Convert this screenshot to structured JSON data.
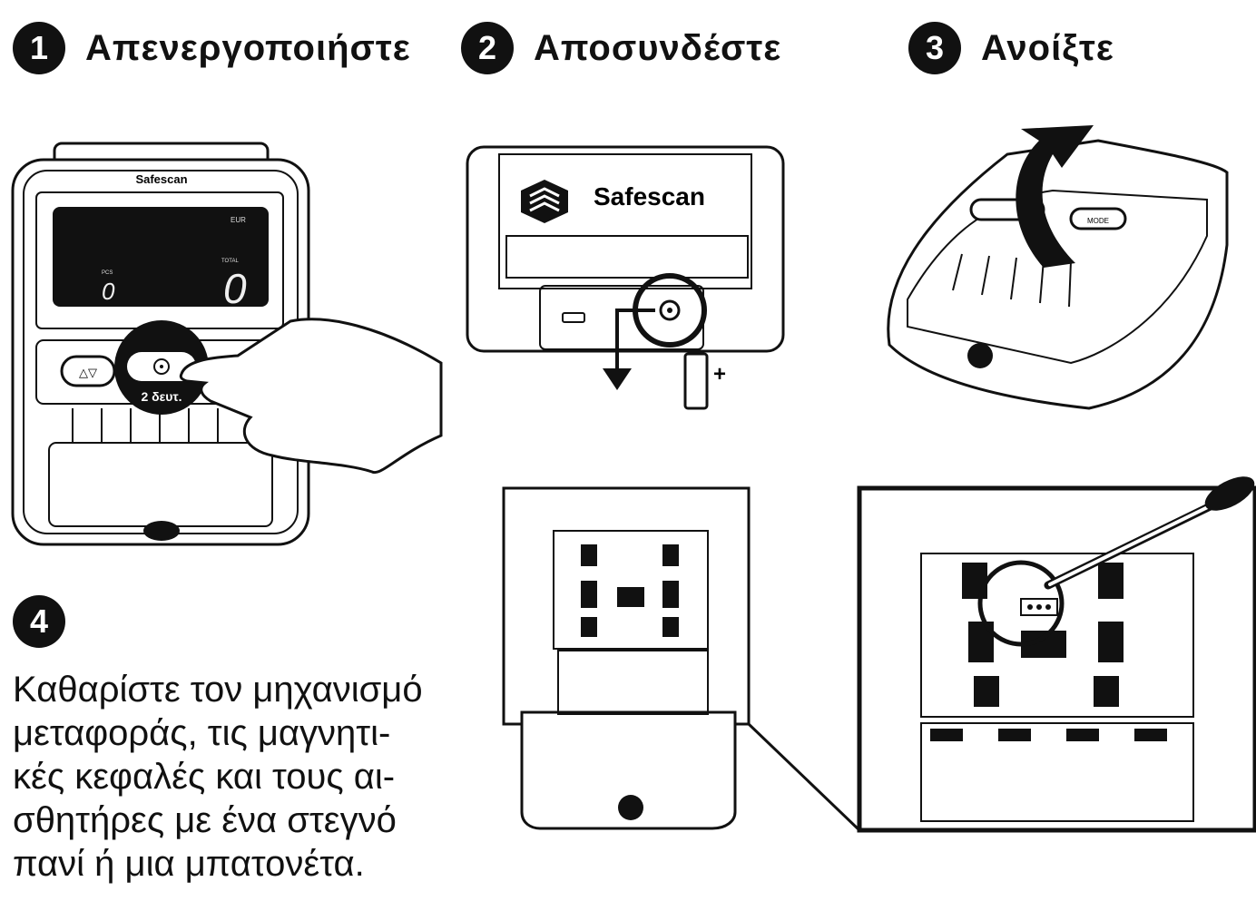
{
  "steps": [
    {
      "number": "1",
      "title": "Απενεργοποιήστε"
    },
    {
      "number": "2",
      "title": "Αποσυνδέστε"
    },
    {
      "number": "3",
      "title": "Ανοίξτε"
    },
    {
      "number": "4",
      "lines": [
        "Καθαρίστε τον μηχανισμό",
        "μεταφοράς, τις μαγνητι-",
        "κές κεφαλές και τους αι-",
        "σθητήρες με ένα στεγνό",
        "πανί ή μια μπατονέτα."
      ]
    }
  ],
  "device_front": {
    "brand": "Safescan",
    "display_currency": "EUR",
    "display_pcs_label": "PCS",
    "display_total_label": "TOTAL",
    "display_pcs_value": "0",
    "display_total_value": "0",
    "arrows_label": "△▽",
    "hold_time_label": "2 δευτ."
  },
  "device_back": {
    "brand": "Safescan"
  },
  "device_open": {
    "button_label": "MODE"
  }
}
